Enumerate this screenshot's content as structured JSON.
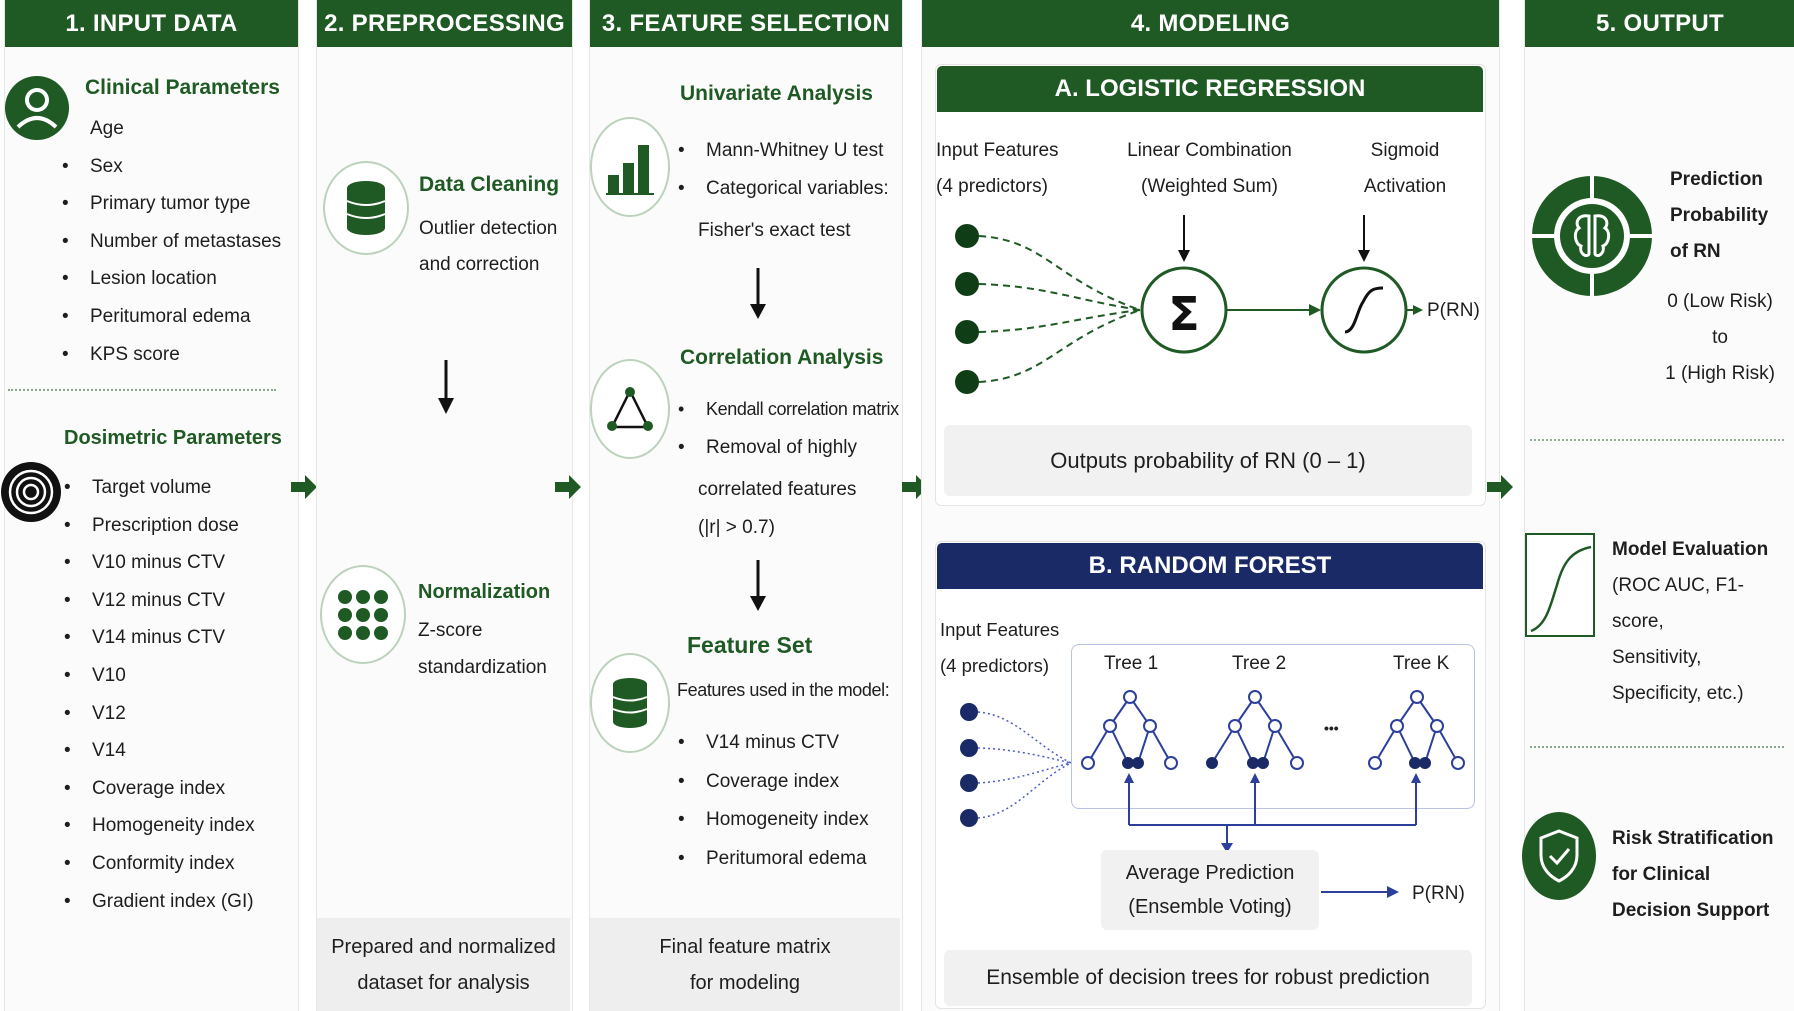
{
  "columns": {
    "input": "1. INPUT DATA",
    "preprocessing": "2. PREPROCESSING",
    "feature_selection": "3. FEATURE SELECTION",
    "modeling": "4. MODELING",
    "output": "5. OUTPUT"
  },
  "input": {
    "clinical_title": "Clinical Parameters",
    "clinical_items": [
      "Age",
      "Sex",
      "Primary tumor type",
      "Number of metastases",
      "Lesion location",
      "Peritumoral edema",
      "KPS score"
    ],
    "dosimetric_title": "Dosimetric Parameters",
    "dosimetric_items": [
      "Target volume",
      "Prescription dose",
      "V10 minus CTV",
      "V12 minus CTV",
      "V14 minus CTV",
      "V10",
      "V12",
      "V14",
      "Coverage index",
      "Homogeneity index",
      "Conformity index",
      "Gradient index (GI)"
    ]
  },
  "preprocessing": {
    "cleaning_title": "Data Cleaning",
    "cleaning_line1": "Outlier detection",
    "cleaning_line2": "and correction",
    "norm_title": "Normalization",
    "norm_line1": "Z-score",
    "norm_line2": "standardization",
    "footer_line1": "Prepared and normalized",
    "footer_line2": "dataset for analysis"
  },
  "feature_selection": {
    "univariate_title": "Univariate Analysis",
    "univariate_item1": "Mann-Whitney U test",
    "univariate_item2a": "Categorical variables:",
    "univariate_item2b": "Fisher's exact test",
    "correlation_title": "Correlation Analysis",
    "correlation_item1": "Kendall correlation matrix",
    "correlation_item2a": "Removal of highly",
    "correlation_item2b": "correlated features",
    "correlation_item2c": "(|r| > 0.7)",
    "featureset_title": "Feature Set",
    "featureset_intro": "Features used in the model:",
    "featureset_items": [
      "V14 minus CTV",
      "Coverage index",
      "Homogeneity index",
      "Peritumoral edema"
    ],
    "footer_line1": "Final feature matrix",
    "footer_line2": "for modeling"
  },
  "modeling": {
    "lr_title": "A. LOGISTIC REGRESSION",
    "lr_input_1": "Input Features",
    "lr_input_2": "(4 predictors)",
    "lr_linear_1": "Linear Combination",
    "lr_linear_2": "(Weighted Sum)",
    "lr_sigmoid_1": "Sigmoid",
    "lr_sigmoid_2": "Activation",
    "lr_sum_symbol": "Σ",
    "lr_output": "P(RN)",
    "lr_box": "Outputs probability of RN (0 – 1)",
    "rf_title": "B. RANDOM FOREST",
    "rf_input_1": "Input Features",
    "rf_input_2": "(4 predictors)",
    "rf_tree1": "Tree 1",
    "rf_tree2": "Tree 2",
    "rf_dots": "•••",
    "rf_treek": "Tree K",
    "rf_avg_1": "Average Prediction",
    "rf_avg_2": "(Ensemble Voting)",
    "rf_output": "P(RN)",
    "rf_box": "Ensemble of decision trees for robust prediction"
  },
  "output": {
    "pred_1": "Prediction",
    "pred_2": "Probability",
    "pred_3": "of RN",
    "range_1": "0 (Low Risk)",
    "range_2": "to",
    "range_3": "1 (High Risk)",
    "eval_1": "Model Evaluation",
    "eval_2": "(ROC AUC, F1-score,",
    "eval_3": "Sensitivity,",
    "eval_4": "Specificity, etc.)",
    "risk_1": "Risk Stratification",
    "risk_2": "for Clinical",
    "risk_3": "Decision Support"
  },
  "colors": {
    "green": "#1f5a24",
    "navy": "#1a2a66",
    "rf_blue": "#2c3f9a"
  }
}
